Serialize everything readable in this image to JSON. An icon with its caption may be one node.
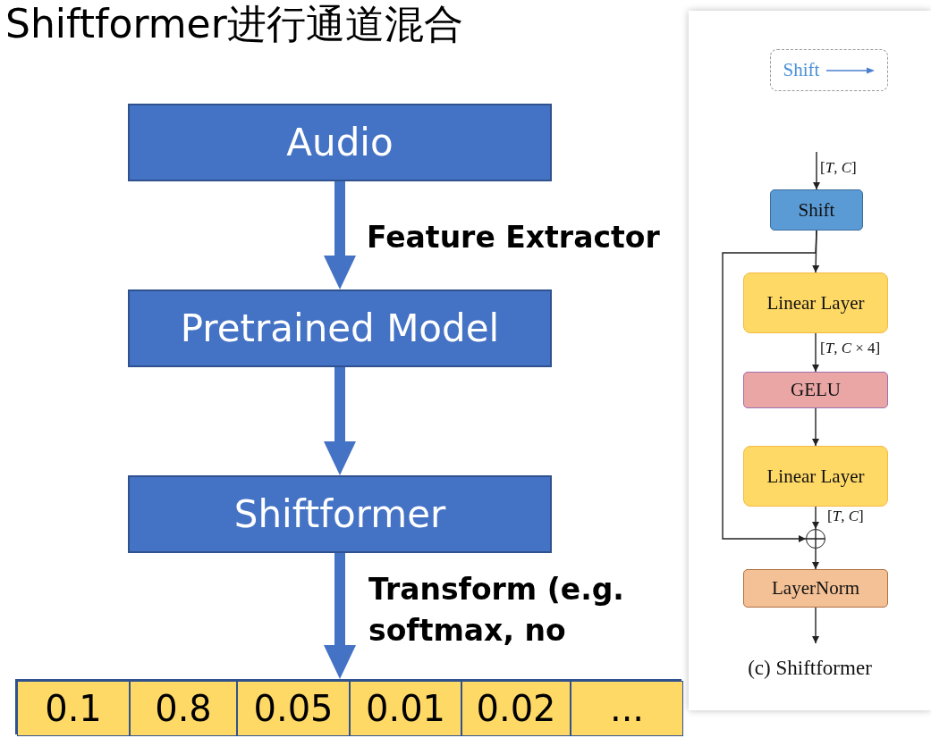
{
  "diagram": {
    "title": "Shiftformer进行通道混合",
    "nodes": [
      {
        "text": [
          "Audio"
        ]
      },
      {
        "text": [
          "Pretrained Model"
        ]
      },
      {
        "text": [
          "Shiftformer"
        ]
      },
      {
        "text": [],
        "shape": "box"
      },
      {
        "text": [
          "0.1"
        ],
        "in": 3
      },
      {
        "text": [
          "0.8"
        ],
        "in": 3
      },
      {
        "text": [
          "0.05"
        ],
        "in": 3
      },
      {
        "text": [
          "0.01"
        ],
        "in": 3
      },
      {
        "text": [
          "0.02"
        ],
        "in": 3
      },
      {
        "text": [
          "..."
        ],
        "in": 3
      },
      {
        "text": [
          "(c) Shiftformer"
        ]
      },
      {
        "text": [
          "Shift"
        ],
        "in": 10
      },
      {
        "text": [
          "Linear Layer"
        ],
        "in": 10
      },
      {
        "text": [
          "GELU"
        ],
        "in": 10
      },
      {
        "text": [
          "Linear Layer"
        ],
        "in": 10
      },
      {
        "text": [],
        "shape": "circle",
        "in": 10
      },
      {
        "text": [
          "LayerNorm"
        ],
        "in": 10
      }
    ],
    "edges": [
      {
        "from": 0,
        "to": 1,
        "arrow": "to",
        "label": "Feature Extractor",
        "style": "thick",
        "color": "#4472c4"
      },
      {
        "from": 1,
        "to": 2,
        "arrow": "to",
        "style": "thick",
        "color": "#4472c4"
      },
      {
        "from": 2,
        "to": 3,
        "arrow": "to",
        "label": "Transform (e.g. softmax, no",
        "style": "thick",
        "color": "#4472c4"
      },
      {
        "from": null,
        "to": 11,
        "arrow": "to",
        "label": "[*T*, *C*]"
      },
      {
        "from": 11,
        "to": 12,
        "arrow": "to"
      },
      {
        "from": 11,
        "to": 15,
        "arrow": "to"
      },
      {
        "from": 12,
        "to": 13,
        "arrow": "to",
        "label": "[*T*, *C* × 4]"
      },
      {
        "from": 13,
        "to": 14,
        "arrow": "to"
      },
      {
        "from": 14,
        "to": 15,
        "arrow": "to",
        "label": "[*T*, *C*]"
      },
      {
        "from": 15,
        "to": 16,
        "arrow": "to"
      },
      {
        "from": 16,
        "to": null,
        "arrow": "to"
      }
    ],
    "legend": [
      {
        "text": "Shift"
      }
    ]
  }
}
